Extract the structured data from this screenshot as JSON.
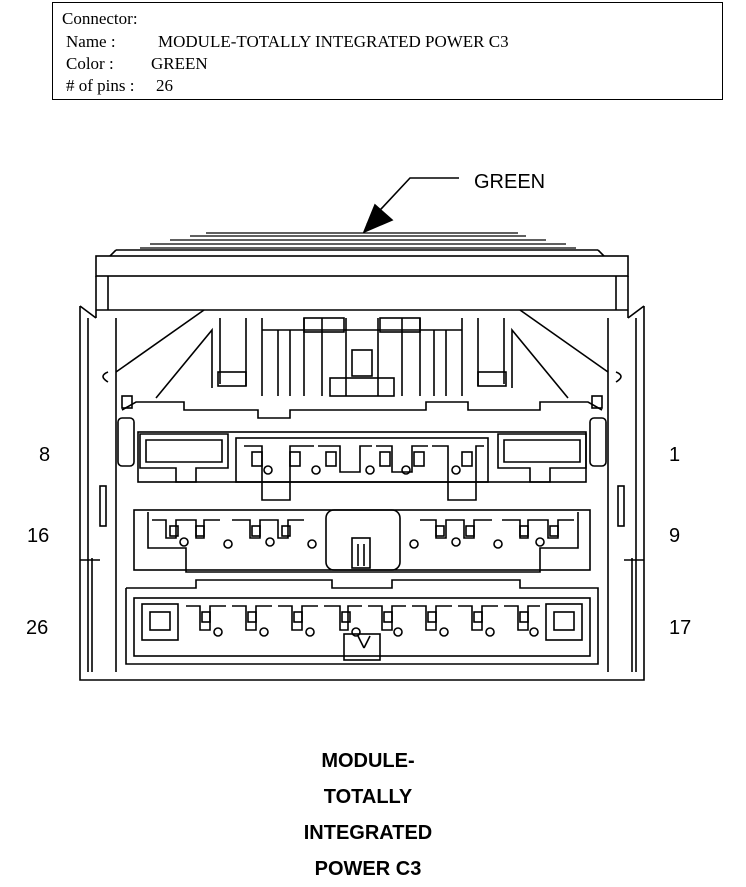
{
  "connector": {
    "heading": "Connector:",
    "name_label": "Name :",
    "name_value": "MODULE-TOTALLY INTEGRATED POWER C3",
    "color_label": "Color :",
    "color_value": "GREEN",
    "pins_label": "# of pins :",
    "pins_value": "26"
  },
  "diagram": {
    "color_callout": "GREEN",
    "pin_labels": {
      "row1_left": "8",
      "row1_right": "1",
      "row2_left": "16",
      "row2_right": "9",
      "row3_left": "26",
      "row3_right": "17"
    },
    "caption_lines": [
      "MODULE-",
      "TOTALLY",
      "INTEGRATED",
      "POWER C3"
    ]
  },
  "colors": {
    "line": "#000000",
    "background": "#ffffff"
  }
}
